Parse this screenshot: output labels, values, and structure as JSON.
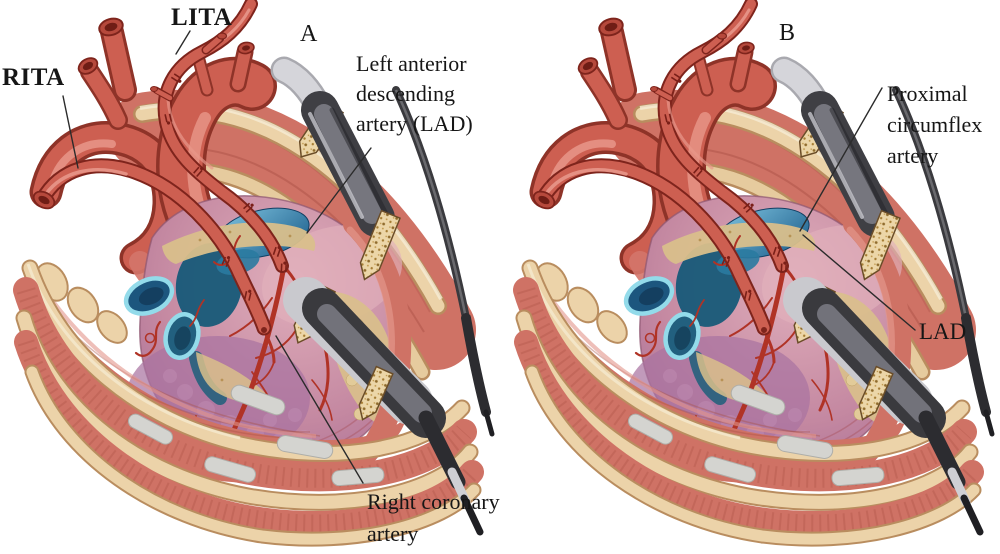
{
  "figure": {
    "panel_a": {
      "letter": "A",
      "labels": {
        "rita": "RITA",
        "lita": "LITA",
        "lad": "Left anterior\ndescending\nartery (LAD)",
        "right_coronary": "Right coronary\nartery"
      }
    },
    "panel_b": {
      "letter": "B",
      "labels": {
        "proximal_circumflex": "Proximal\ncircumflex\nartery",
        "lad": "LAD"
      }
    },
    "colors": {
      "background": "#ffffff",
      "label-black": "#161616",
      "leader-line": "#2b2b2b",
      "artery-red": "#cd5f51",
      "artery-outline": "#7e241c",
      "artery-highlight": "#e8978a",
      "coronary-red": "#b03326",
      "rib-tan": "#ecd3a9",
      "rib-edge": "#b98d5f",
      "muscle-salmon": "#cf7265",
      "muscle-shade": "#a94f44",
      "heart-pink": "#c488a1",
      "heart-purple": "#a973a1",
      "fat-yellow": "#d9bf8b",
      "vein-blue": "#1d5f8c",
      "vein-rim-cyan": "#93dbea",
      "retractor-dark": "#3a3a3e",
      "retractor-silver": "#d5d5da",
      "bone-speckle": "#ecd6a8",
      "cartilage-gray": "#d4d4d0"
    }
  }
}
